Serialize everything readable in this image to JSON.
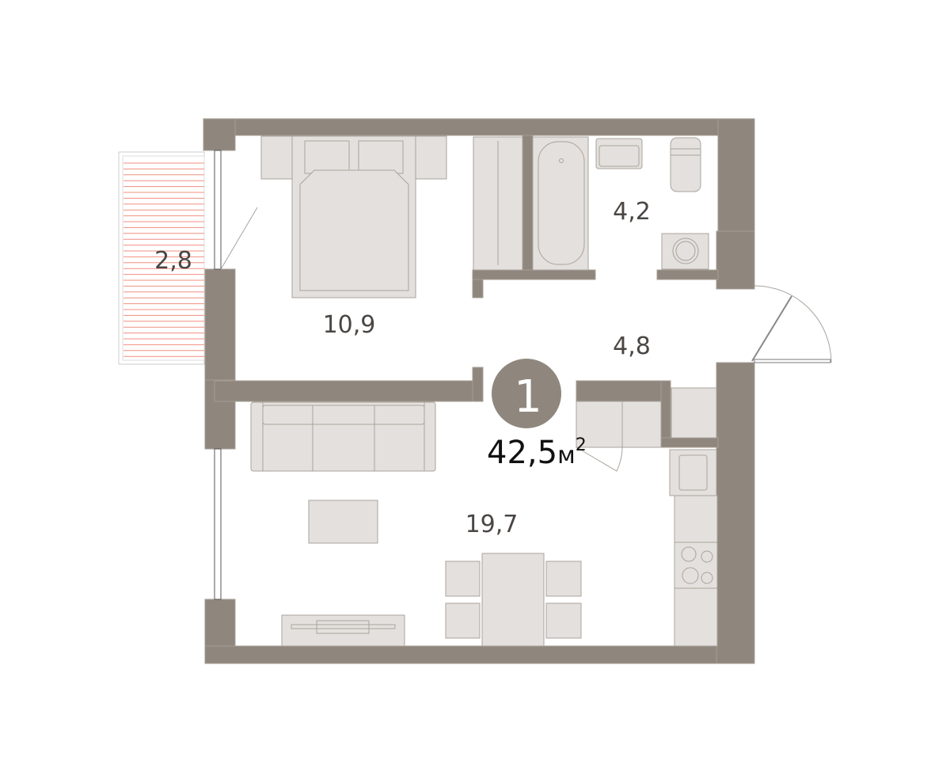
{
  "plan": {
    "apartment_number": "1",
    "total_area": "42,5",
    "area_unit": "м",
    "area_unit_exponent": "2",
    "rooms": [
      {
        "name": "balcony",
        "area": "2,8"
      },
      {
        "name": "bedroom",
        "area": "10,9"
      },
      {
        "name": "bathroom",
        "area": "4,2"
      },
      {
        "name": "hallway",
        "area": "4,8"
      },
      {
        "name": "living-kitchen",
        "area": "19,7"
      }
    ]
  },
  "colors": {
    "wall": "#8f877e",
    "furniture": "#e4e0dd",
    "balcony_lines": "#f08f80"
  }
}
